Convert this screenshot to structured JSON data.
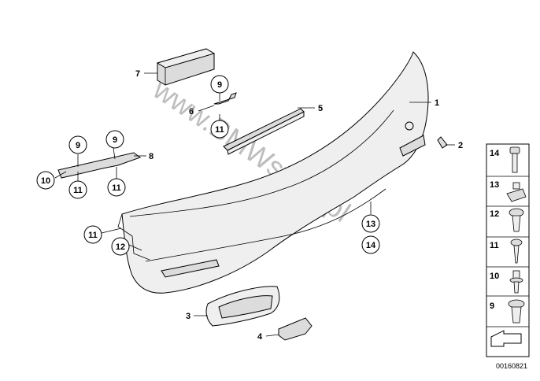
{
  "callouts": {
    "c1": "1",
    "c2": "2",
    "c3": "3",
    "c4": "4",
    "c5": "5",
    "c6": "6",
    "c7": "7",
    "c8": "8",
    "c9a": "9",
    "c9b": "9",
    "c9c": "9",
    "c10": "10",
    "c11a": "11",
    "c11b": "11",
    "c11c": "11",
    "c11d": "11",
    "c12": "12",
    "c13": "13",
    "c14": "14"
  },
  "sidebar": {
    "items": [
      {
        "label": "14",
        "icon": "bolt-icon"
      },
      {
        "label": "13",
        "icon": "clip-nut-icon"
      },
      {
        "label": "12",
        "icon": "expanding-rivet-icon"
      },
      {
        "label": "11",
        "icon": "screw-icon"
      },
      {
        "label": "10",
        "icon": "plastic-rivet-icon"
      },
      {
        "label": "9",
        "icon": "expanding-clip-icon"
      }
    ],
    "arrow_icon": "direction-arrow-icon"
  },
  "watermark": "www.BMWstore.pl",
  "diagram_code": "00160821"
}
